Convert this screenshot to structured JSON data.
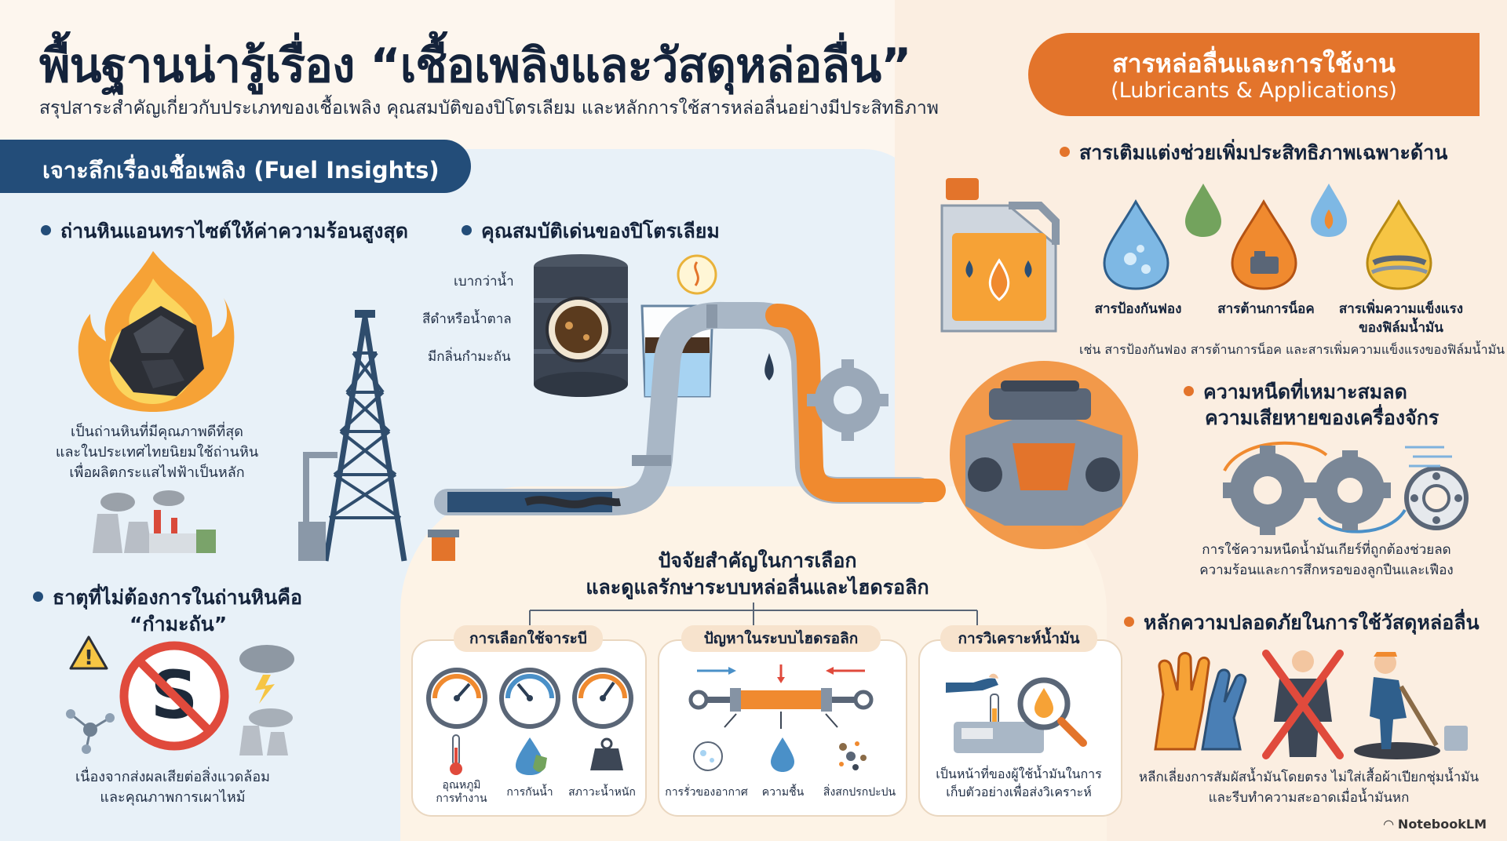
{
  "title": "พื้นฐานน่ารู้เรื่อง “เชื้อเพลิงและวัสดุหล่อลื่น”",
  "subtitle": "สรุปสาระสำคัญเกี่ยวกับประเภทของเชื้อเพลิง คุณสมบัติของปิโตรเลียม และหลักการใช้สารหล่อลื่นอย่างมีประสิทธิภาพ",
  "fuel": {
    "banner": "เจาะลึกเรื่องเชื้อเพลิง (Fuel Insights)",
    "anthracite": {
      "heading": "ถ่านหินแอนทราไซต์ให้ค่าความร้อนสูงสุด",
      "text": [
        "เป็นถ่านหินที่มีคุณภาพดีที่สุด",
        "และในประเทศไทยนิยมใช้ถ่านหิน",
        "เพื่อผลิตกระแสไฟฟ้าเป็นหลัก"
      ]
    },
    "sulfur": {
      "heading_line1": "ธาตุที่ไม่ต้องการในถ่านหินคือ",
      "heading_line2": "“กำมะถัน”",
      "symbol": "S",
      "warning": "!",
      "text": [
        "เนื่องจากส่งผลเสียต่อสิ่งแวดล้อม",
        "และคุณภาพการเผาไหม้"
      ]
    },
    "petroleum": {
      "heading": "คุณสมบัติเด่นของปิโตรเลียม",
      "properties": [
        "เบากว่าน้ำ",
        "สีดำหรือน้ำตาล",
        "มีกลิ่นกำมะถัน"
      ]
    }
  },
  "lubricants": {
    "banner_line1": "สารหล่อลื่นและการใช้งาน",
    "banner_line2": "(Lubricants & Applications)",
    "additives": {
      "heading": "สารเติมแต่งช่วยเพิ่มประสิทธิภาพเฉพาะด้าน",
      "items": [
        "สารป้องกันฟอง",
        "สารต้านการน็อค"
      ],
      "item3_line1": "สารเพิ่มความแข็งแรง",
      "item3_line2": "ของฟิล์มน้ำมัน",
      "note": "เช่น สารป้องกันฟอง สารต้านการน็อค และสารเพิ่มความแข็งแรงของฟิล์มน้ำมัน"
    },
    "viscosity": {
      "heading_line1": "ความหนืดที่เหมาะสมลด",
      "heading_line2": "ความเสียหายของเครื่องจักร",
      "text": [
        "การใช้ความหนืดน้ำมันเกียร์ที่ถูกต้องช่วยลด",
        "ความร้อนและการสึกหรอของลูกปืนและเฟือง"
      ]
    },
    "safety": {
      "heading": "หลักความปลอดภัยในการใช้วัสดุหล่อลื่น",
      "text": [
        "หลีกเลี่ยงการสัมผัสน้ำมันโดยตรง ไม่ใส่เสื้อผ้าเปียกชุ่มน้ำมัน",
        "และรีบทำความสะอาดเมื่อน้ำมันหก"
      ]
    }
  },
  "factors": {
    "title_line1": "ปัจจัยสำคัญในการเลือก",
    "title_line2": "และดูแลรักษาระบบหล่อลื่นและไฮดรอลิก",
    "cards": [
      {
        "title": "การเลือกใช้จาระบี",
        "item1": "อุณหภูมิ",
        "item1b": "การทำงาน",
        "item2": "การกันน้ำ",
        "item3": "สภาวะน้ำหนัก"
      },
      {
        "title": "ปัญหาในระบบไฮดรอลิก",
        "item1": "การรั่วของอากาศ",
        "item2": "ความชื้น",
        "item3": "สิ่งสกปรกปะปน"
      },
      {
        "title": "การวิเคราะห์น้ำมัน",
        "text1": "เป็นหน้าที่ของผู้ใช้น้ำมันในการ",
        "text2": "เก็บตัวอย่างเพื่อส่งวิเคราะห์"
      }
    ]
  },
  "brand": "NotebookLM",
  "colors": {
    "navy": "#234d79",
    "orange": "#e3742b",
    "light_blue": "#e8f1f8",
    "cream": "#fbeee1"
  }
}
